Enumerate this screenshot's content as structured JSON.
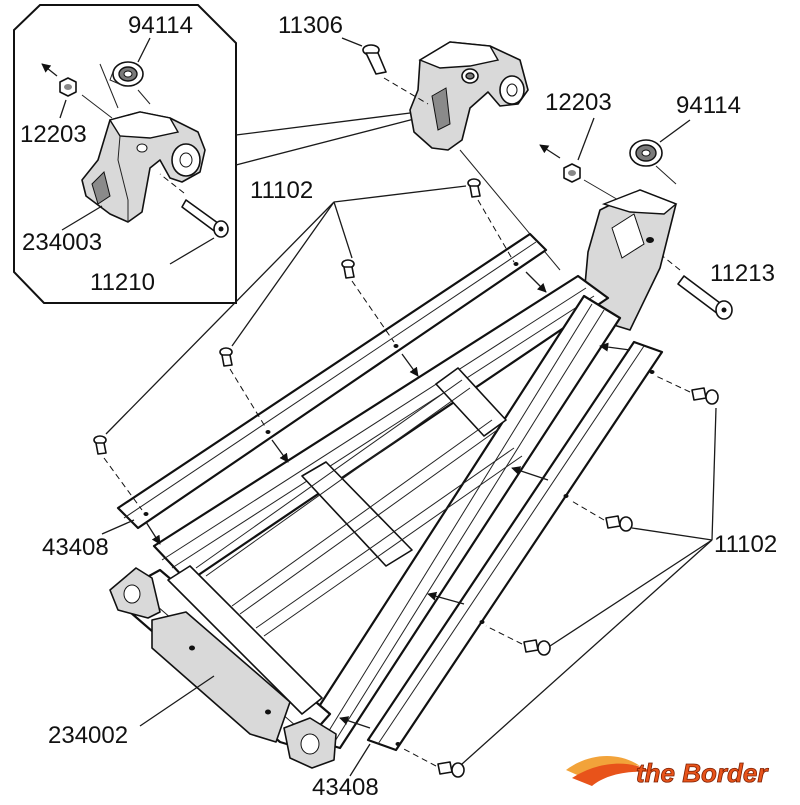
{
  "callouts": {
    "inset_94114": "94114",
    "inset_12203": "12203",
    "inset_234003": "234003",
    "inset_11210": "11210",
    "top_11306": "11306",
    "right_12203": "12203",
    "right_94114": "94114",
    "top_11102": "11102",
    "right_11213": "11213",
    "left_43408": "43408",
    "right_11102": "11102",
    "bottom_234002": "234002",
    "bottom_43408": "43408"
  },
  "watermark": {
    "text": "the Border",
    "color": "#e8531a"
  }
}
